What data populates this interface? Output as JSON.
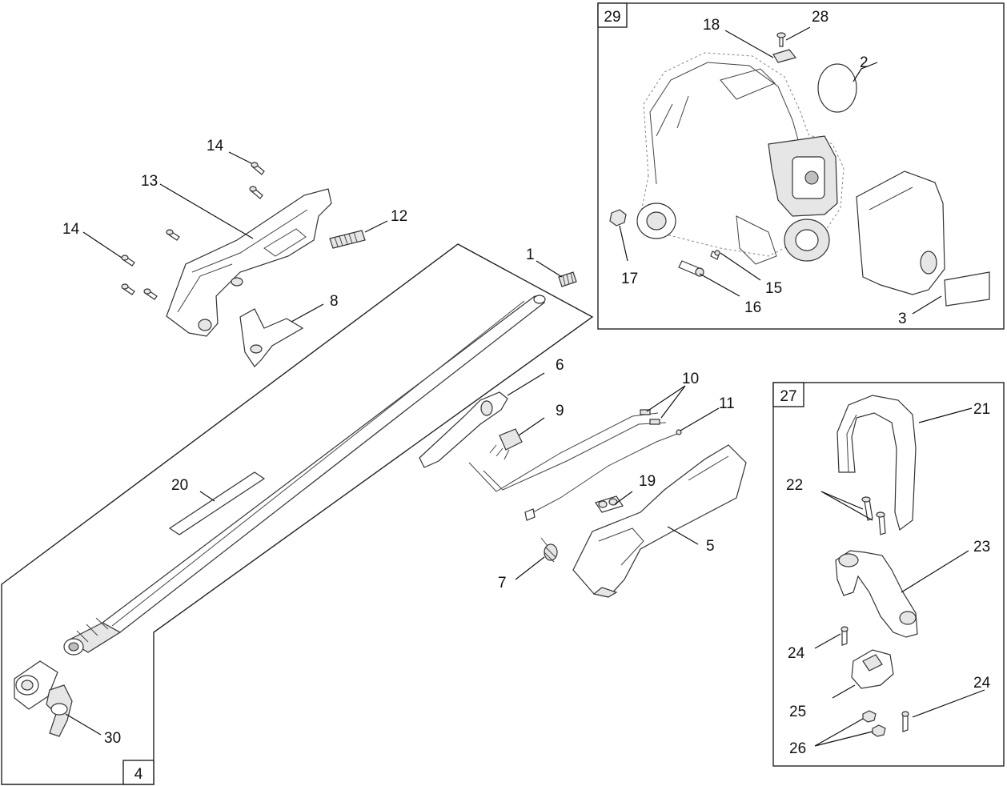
{
  "callouts": {
    "c1": "1",
    "c2": "2",
    "c3": "3",
    "c5": "5",
    "c6": "6",
    "c7": "7",
    "c8": "8",
    "c9": "9",
    "c10": "10",
    "c11": "11",
    "c12": "12",
    "c13": "13",
    "c14a": "14",
    "c14b": "14",
    "c15": "15",
    "c16": "16",
    "c17": "17",
    "c18": "18",
    "c19": "19",
    "c20": "20",
    "c21": "21",
    "c22": "22",
    "c23": "23",
    "c24a": "24",
    "c24b": "24",
    "c25": "25",
    "c26": "26",
    "c28": "28",
    "c30": "30"
  },
  "assemblies": {
    "shaft": "4",
    "engine": "29",
    "handle": "27"
  }
}
